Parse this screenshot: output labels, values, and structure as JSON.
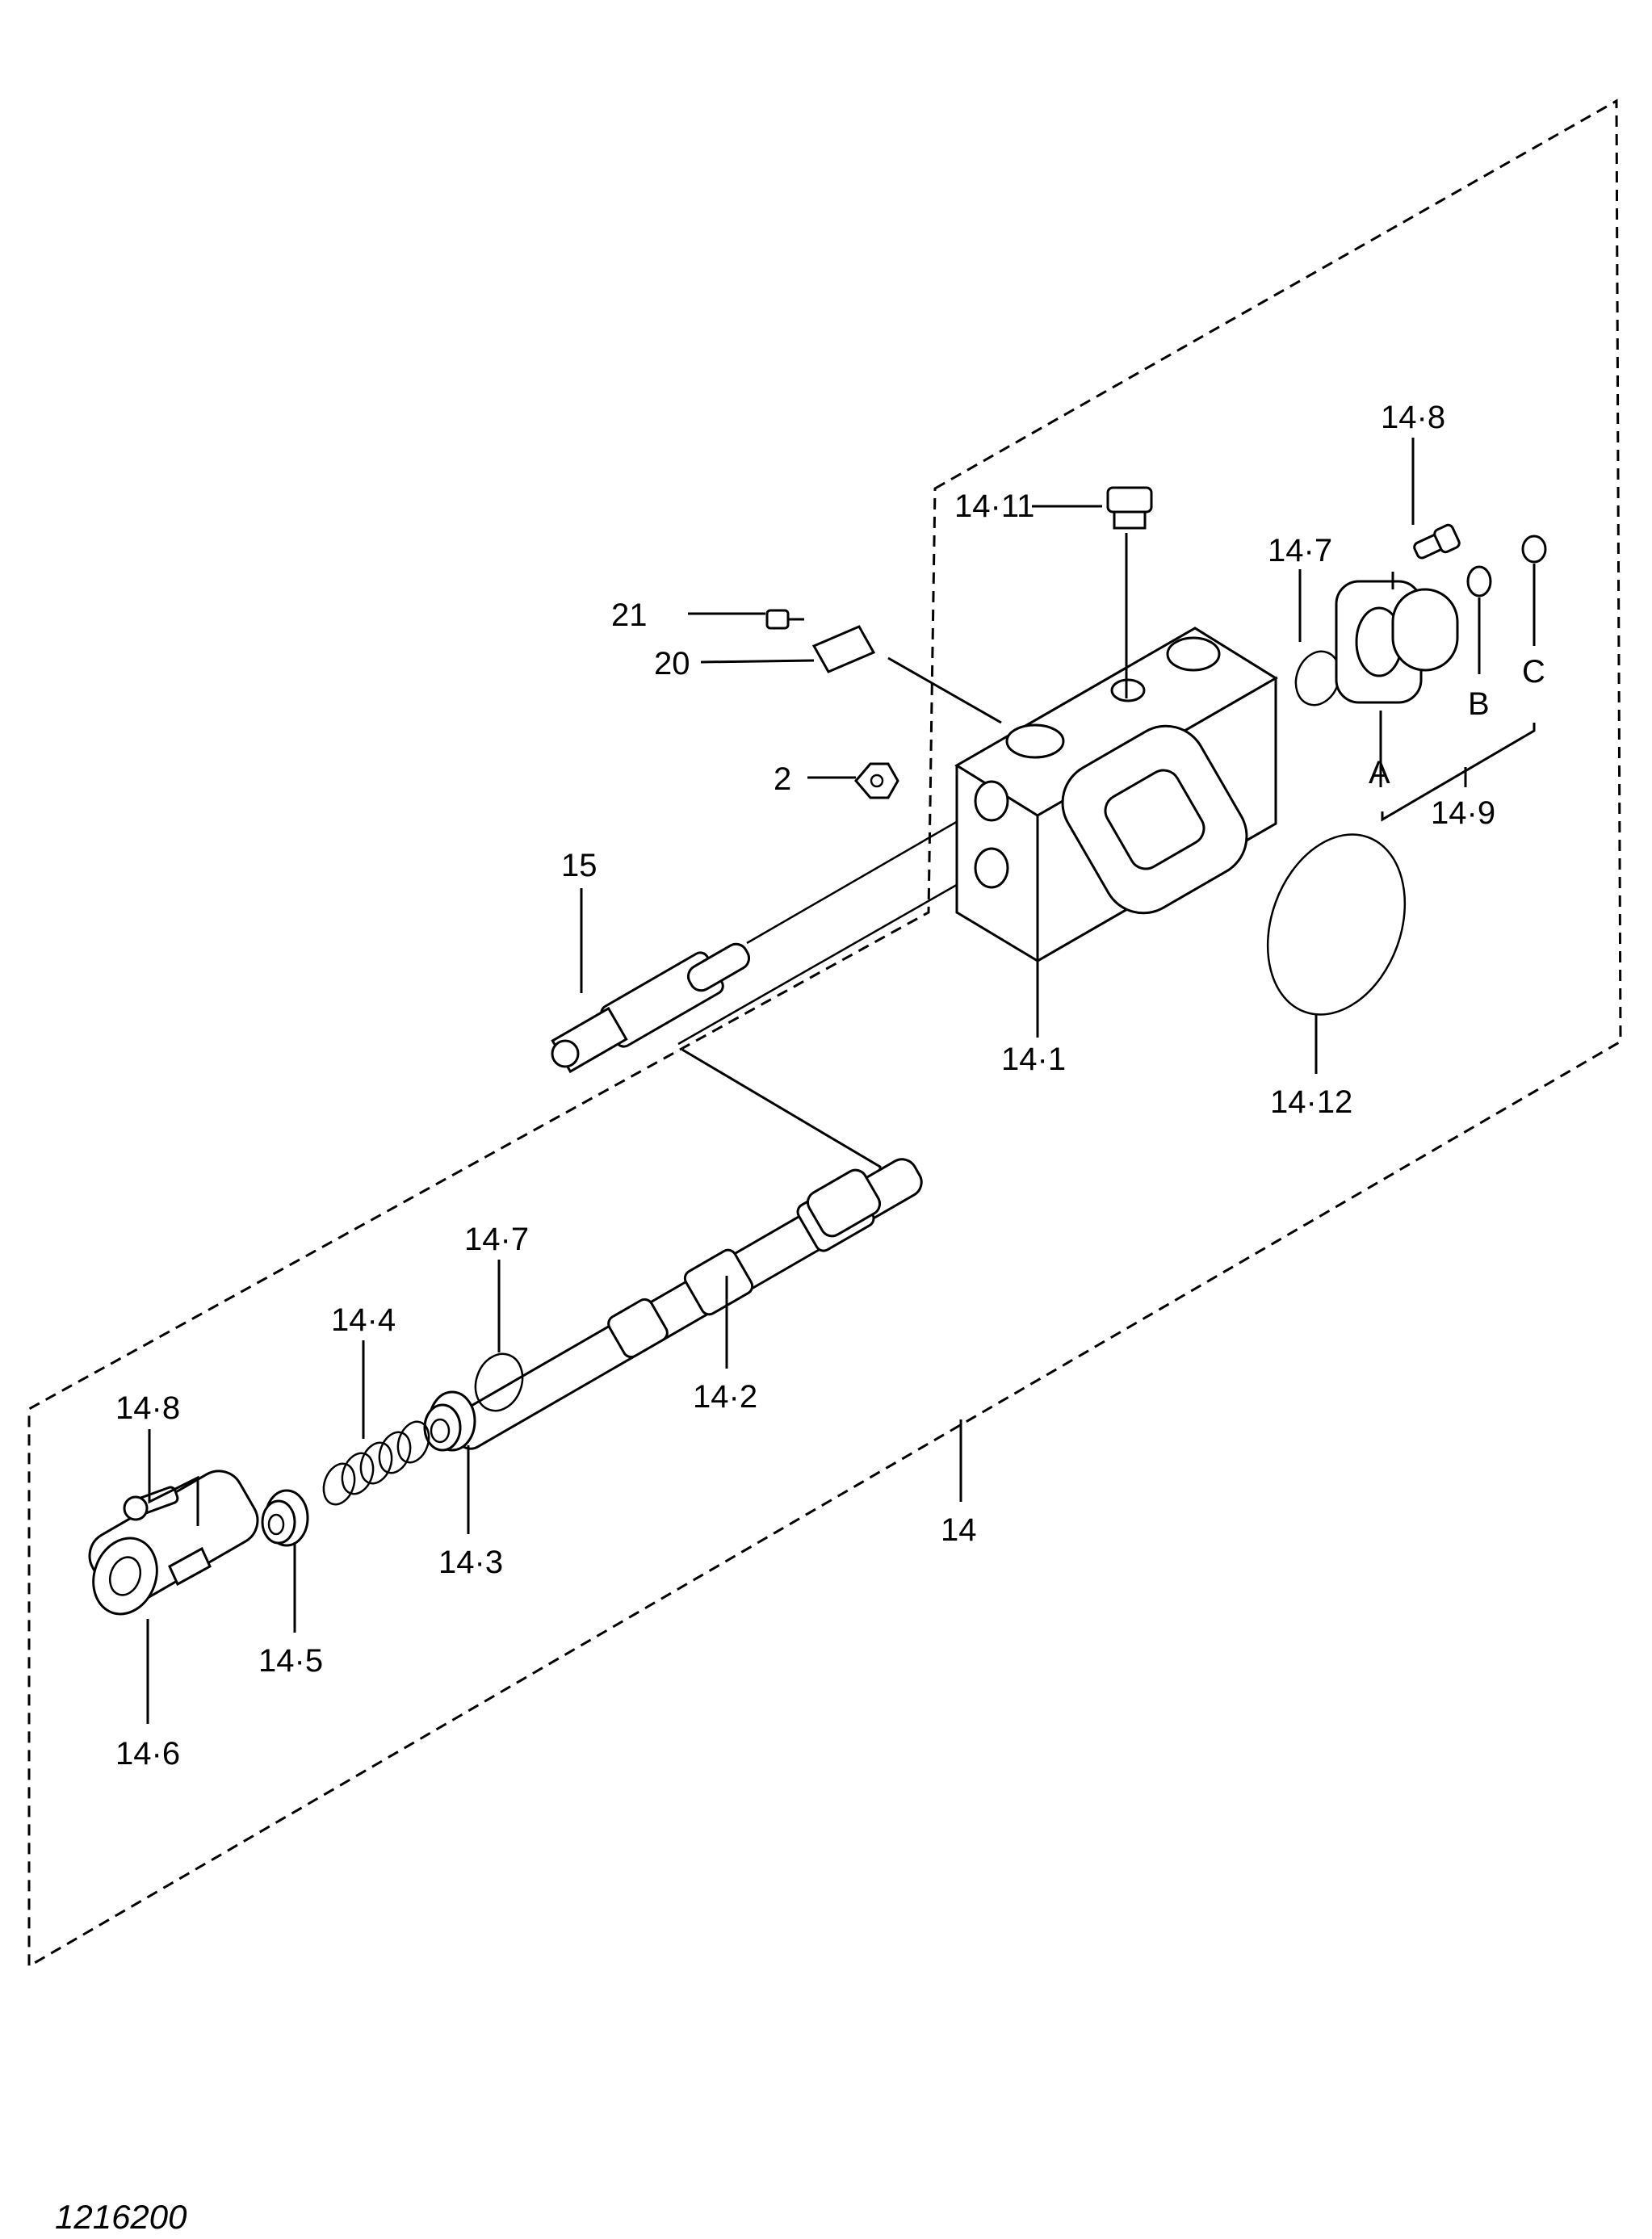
{
  "labels": {
    "p14_11": "14·11",
    "p14_8_top": "14·8",
    "p14_7_top": "14·7",
    "p21": "21",
    "p20": "20",
    "p2": "2",
    "p15": "15",
    "p14_1": "14·1",
    "pA": "A",
    "pB": "B",
    "pC": "C",
    "p14_9": "14·9",
    "p14_12": "14·12",
    "p14_7_bot": "14·7",
    "p14_4": "14·4",
    "p14_2": "14·2",
    "p14_8_bot": "14·8",
    "p14_3": "14·3",
    "p14": "14",
    "p14_5": "14·5",
    "p14_6": "14·6"
  },
  "figure_number": "1216200"
}
